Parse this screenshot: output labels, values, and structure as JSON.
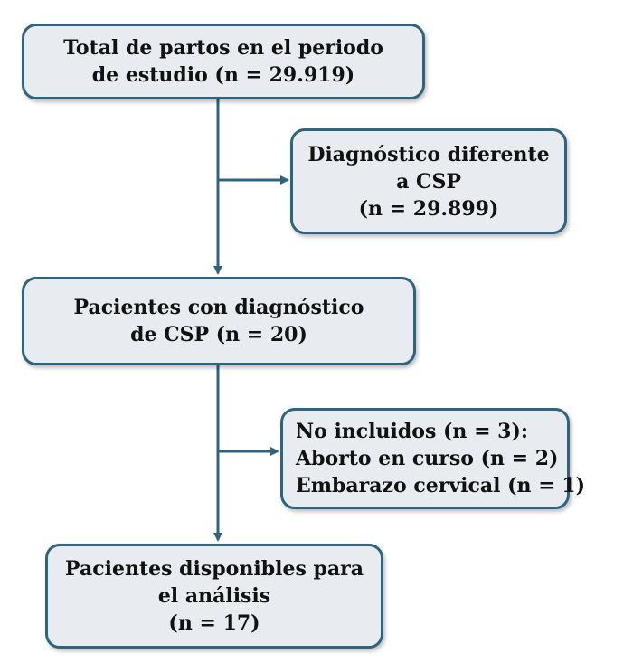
{
  "boxes": {
    "total": {
      "lines": [
        "Total de partos en el periodo",
        "de estudio (n = 29.919)"
      ]
    },
    "excluded": {
      "lines": [
        "Diagnóstico diferente",
        "a CSP",
        "(n = 29.899)"
      ]
    },
    "csp": {
      "lines": [
        "Pacientes con diagnóstico",
        "de CSP (n = 20)"
      ]
    },
    "not_included": {
      "lines": [
        "No incluidos (n = 3):",
        "Aborto en curso (n = 2)",
        "Embarazo cervical (n = 1)"
      ]
    },
    "available": {
      "lines": [
        "Pacientes disponibles para",
        "el análisis",
        "(n = 17)"
      ]
    }
  },
  "colors": {
    "border": "#2f6480",
    "fill": "#e8ecf0",
    "arrow": "#2f6480"
  }
}
